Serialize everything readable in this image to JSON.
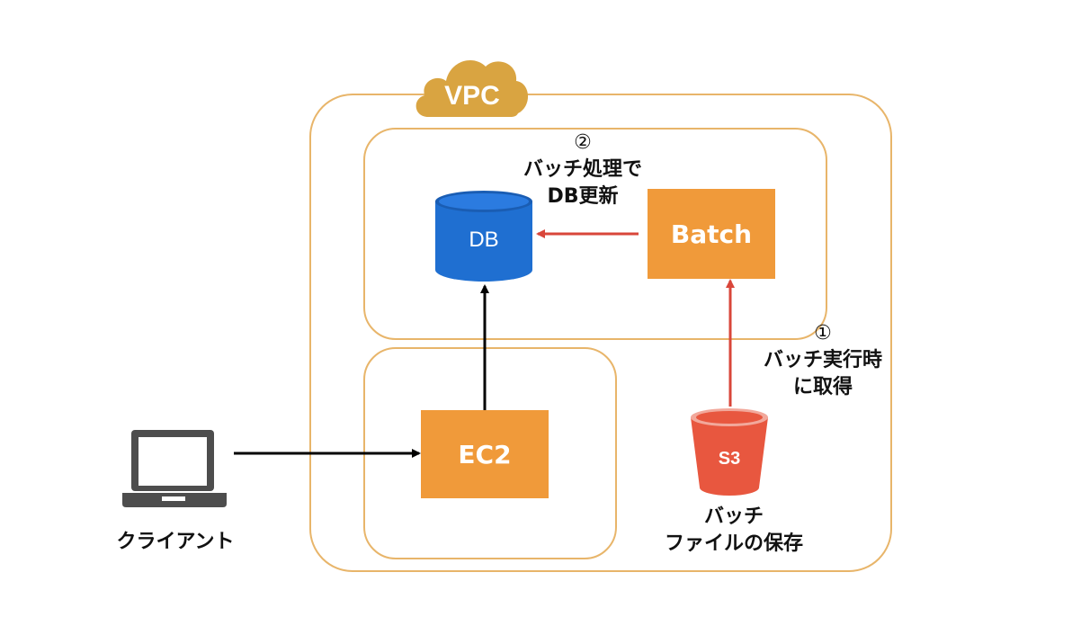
{
  "vpc_label": "VPC",
  "db_label": "DB",
  "batch_label": "Batch",
  "ec2_label": "EC2",
  "s3_label": "S3",
  "client_label": "クライアント",
  "step2": {
    "num": "②",
    "line1": "バッチ処理で",
    "line2": "DB更新"
  },
  "step1": {
    "num": "①",
    "line1": "バッチ実行時",
    "line2": "に取得"
  },
  "s3_caption": {
    "line1": "バッチ",
    "line2": "ファイルの保存"
  },
  "colors": {
    "border": "#e8b56a",
    "cloud": "#d9a441",
    "orange_box": "#f09a3a",
    "db_blue": "#1f6fd1",
    "s3_red": "#e8573f",
    "red_arrow": "#d9463a",
    "black_arrow": "#000000",
    "laptop": "#4d4d4d"
  }
}
